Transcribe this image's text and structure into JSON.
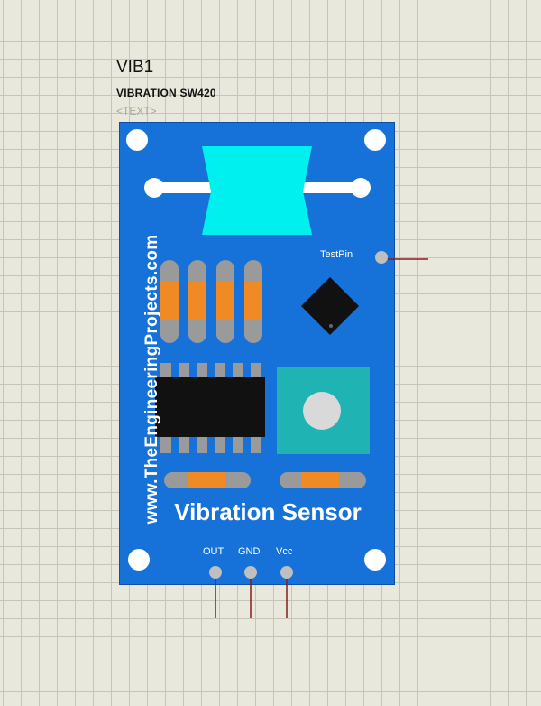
{
  "component": {
    "reference": "VIB1",
    "part_name": "VIBRATION SW420",
    "text_tag": "<TEXT>"
  },
  "board": {
    "website": "www.TheEngineeringProjects.com",
    "title": "Vibration Sensor",
    "colors": {
      "pcb": "#1672d9",
      "switch": "#00f0f0",
      "resistor_band": "#f08a24",
      "potentiometer": "#20b3b3",
      "ic": "#111111",
      "wire": "#8b1a1a"
    }
  },
  "pins": {
    "test": "TestPin",
    "out": "OUT",
    "gnd": "GND",
    "vcc": "Vcc"
  }
}
